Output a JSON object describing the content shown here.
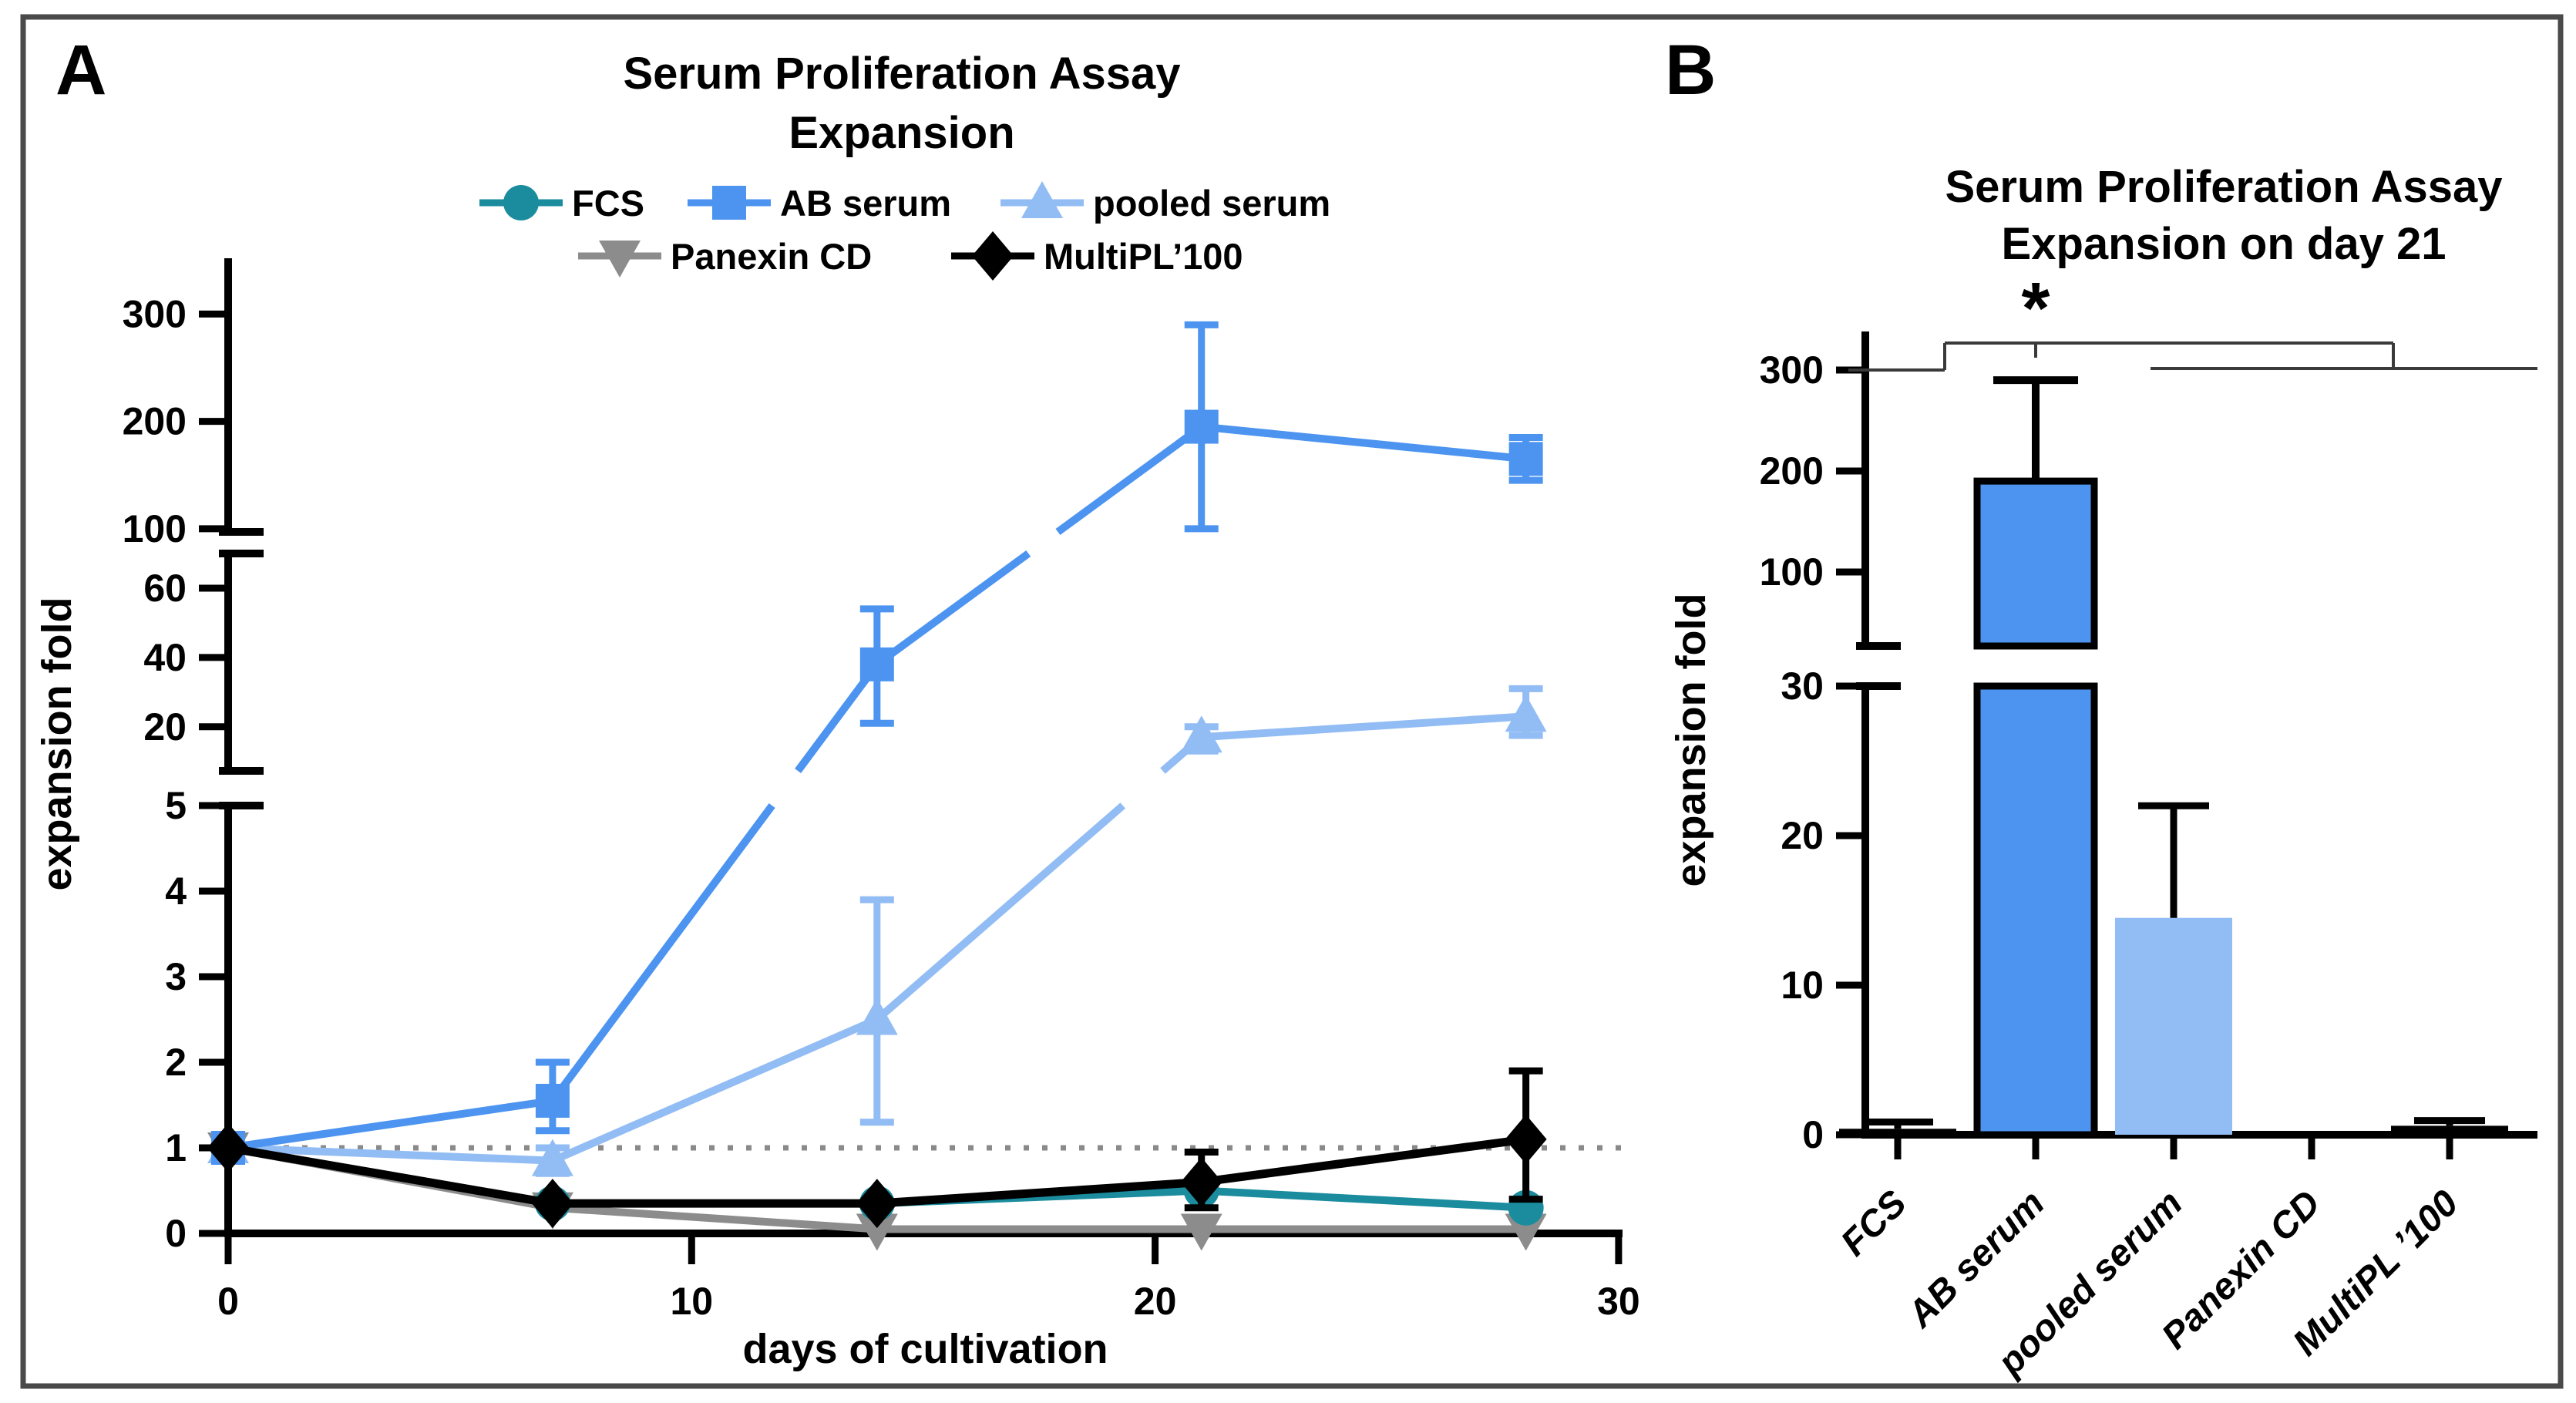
{
  "figure": {
    "panel_a_label": "A",
    "panel_b_label": "B",
    "frame_color": "#4a4a4a",
    "background": "#ffffff"
  },
  "chart_data": [
    {
      "type": "line",
      "panel": "A",
      "title_line1": "Serum Proliferation Assay",
      "title_line2": "Expansion",
      "xlabel": "days of cultivation",
      "ylabel": "expansion fold",
      "x": [
        0,
        7,
        14,
        21,
        28
      ],
      "xlim": [
        0,
        30
      ],
      "x_ticks": [
        0,
        10,
        20,
        30
      ],
      "y_axis_segments": [
        {
          "ticks": [
            0,
            1,
            2,
            3,
            4,
            5
          ],
          "range": [
            0,
            5
          ]
        },
        {
          "ticks": [
            20,
            40,
            60
          ],
          "range": [
            7,
            70
          ]
        },
        {
          "ticks": [
            100,
            200,
            300
          ],
          "range": [
            97,
            352
          ]
        }
      ],
      "grid": false,
      "legend_position": "top",
      "reference_line_y": 1,
      "reference_line_color": "#8a8a8a",
      "series": [
        {
          "name": "Panexin CD",
          "marker": "triangle-down",
          "color": "#8c8c8c",
          "values": [
            1,
            0.3,
            0.05,
            0.05,
            0.05
          ],
          "lo": [
            1,
            0.3,
            0.05,
            0.05,
            0.05
          ],
          "hi": [
            1,
            0.3,
            0.05,
            0.05,
            0.05
          ]
        },
        {
          "name": "FCS",
          "marker": "circle",
          "color": "#1a8c9e",
          "values": [
            1,
            0.35,
            0.35,
            0.5,
            0.3
          ],
          "lo": [
            1,
            0.35,
            0.35,
            0.5,
            0.3
          ],
          "hi": [
            1,
            0.35,
            0.35,
            0.5,
            0.3
          ]
        },
        {
          "name": "pooled serum",
          "marker": "triangle-up",
          "color": "#92bcf4",
          "values": [
            1,
            0.85,
            2.5,
            17,
            23
          ],
          "lo": [
            1,
            0.7,
            1.3,
            13,
            17.5
          ],
          "hi": [
            1,
            1.0,
            3.9,
            20,
            31
          ]
        },
        {
          "name": "AB serum",
          "marker": "square",
          "color": "#4c94f0",
          "values": [
            1,
            1.55,
            38,
            195,
            165
          ],
          "lo": [
            1,
            1.2,
            21,
            100,
            145
          ],
          "hi": [
            1,
            2.0,
            54,
            290,
            185
          ]
        },
        {
          "name": "MultiPL’100",
          "marker": "diamond",
          "color": "#000000",
          "values": [
            1,
            0.35,
            0.35,
            0.6,
            1.1
          ],
          "lo": [
            1,
            0.35,
            0.35,
            0.3,
            0.4
          ],
          "hi": [
            1,
            0.35,
            0.35,
            0.95,
            1.9
          ]
        }
      ],
      "legend_order": [
        "FCS",
        "AB serum",
        "pooled serum",
        "Panexin CD",
        "MultiPL’100"
      ]
    },
    {
      "type": "bar",
      "panel": "B",
      "title_line1": "Serum Proliferation Assay",
      "title_line2": "Expansion on day 21",
      "ylabel": "expansion fold",
      "categories": [
        "FCS",
        "AB serum",
        "pooled serum",
        "Panexin CD",
        "MultiPL ’100"
      ],
      "values": [
        0.4,
        190,
        14.5,
        0,
        0.6
      ],
      "err_hi": [
        0.85,
        290,
        22,
        0,
        0.95
      ],
      "bar_colors": [
        "#000000",
        "#4c94f0",
        "#92bcf4",
        "none",
        "#000000"
      ],
      "y_axis_segments": [
        {
          "ticks": [
            0,
            10,
            20,
            30
          ],
          "range": [
            0,
            30
          ]
        },
        {
          "ticks": [
            100,
            200,
            300
          ],
          "range": [
            100,
            330
          ]
        }
      ],
      "grid": false,
      "significance": {
        "symbol": "*",
        "note": "AB serum vs all other groups"
      }
    }
  ]
}
